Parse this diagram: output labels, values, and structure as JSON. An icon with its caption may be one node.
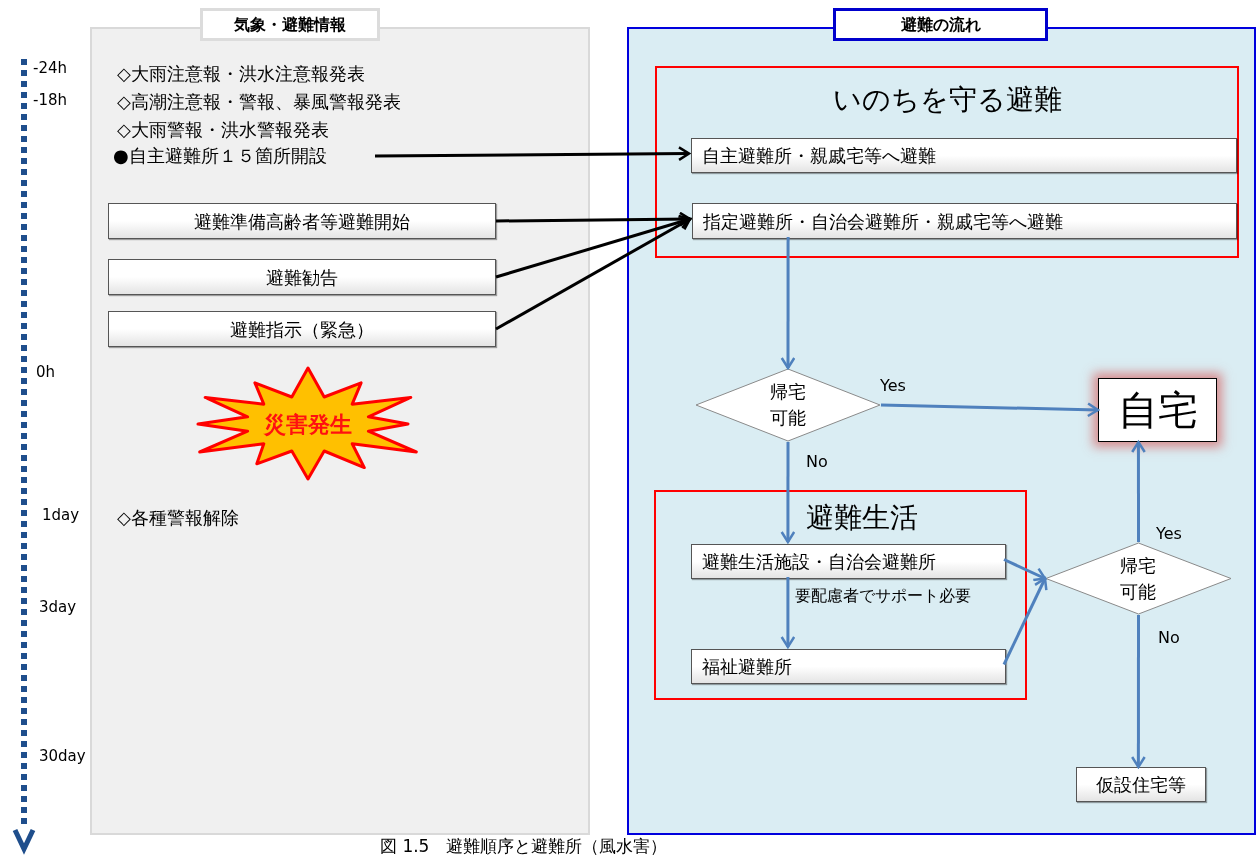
{
  "diagram": {
    "caption": "図 1.5　避難順序と避難所（風水害）",
    "nodes": [
      {
        "text": [
          "気象・避難情報",
          "◇大雨注意報・洪水注意報発表",
          "◇高潮注意報・警報、暴風警報発表",
          "◇大雨警報・洪水警報発表",
          "◇各種警報解除"
        ]
      },
      {
        "text": [
          "●自主避難所１５箇所開設"
        ],
        "in": 0
      },
      {
        "text": [
          "避難準備高齢者等避難開始"
        ],
        "in": 0
      },
      {
        "text": [
          "避難勧告"
        ],
        "in": 0
      },
      {
        "text": [
          "避難指示（緊急）"
        ],
        "in": 0
      },
      {
        "text": [
          "災害発生"
        ],
        "in": 0
      },
      {
        "text": [
          "避難の流れ"
        ]
      },
      {
        "text": [
          "いのちを守る避難"
        ],
        "in": 6
      },
      {
        "text": [
          "自主避難所・親戚宅等へ避難"
        ],
        "in": 7
      },
      {
        "text": [
          "指定避難所・自治会避難所・親戚宅等へ避難"
        ],
        "in": 7
      },
      {
        "text": [
          "帰宅可能"
        ],
        "in": 6
      },
      {
        "text": [
          "自宅"
        ],
        "in": 6
      },
      {
        "text": [
          "避難生活"
        ],
        "in": 6
      },
      {
        "text": [
          "避難生活施設・自治会避難所"
        ],
        "in": 12
      },
      {
        "text": [
          "福祉避難所"
        ],
        "in": 12
      },
      {
        "text": [
          "帰宅可能"
        ],
        "in": 6
      },
      {
        "text": [
          "仮設住宅等"
        ],
        "in": 6
      }
    ],
    "edges": [
      {
        "from": 1,
        "to": 8,
        "arrow": "to",
        "color": "#000000"
      },
      {
        "from": 2,
        "to": 9,
        "arrow": "to",
        "color": "#000000"
      },
      {
        "from": 3,
        "to": 9,
        "arrow": "to",
        "color": "#000000"
      },
      {
        "from": 4,
        "to": 9,
        "arrow": "to",
        "color": "#000000"
      },
      {
        "from": 9,
        "to": 10,
        "arrow": "to"
      },
      {
        "from": 10,
        "to": 11,
        "arrow": "to",
        "label": "Yes"
      },
      {
        "from": 10,
        "to": 13,
        "arrow": "to",
        "label": "No"
      },
      {
        "from": 13,
        "to": 14,
        "arrow": "to",
        "label": "要配慮者でサポート必要"
      },
      {
        "from": 13,
        "to": 15,
        "arrow": "to"
      },
      {
        "from": 14,
        "to": 15,
        "arrow": "to"
      },
      {
        "from": 15,
        "to": 11,
        "arrow": "to",
        "label": "Yes"
      },
      {
        "from": 15,
        "to": 16,
        "arrow": "to",
        "label": "No"
      }
    ],
    "labels": [
      "-24h",
      "-18h",
      "0h",
      "1day",
      "3day",
      "30day"
    ]
  }
}
